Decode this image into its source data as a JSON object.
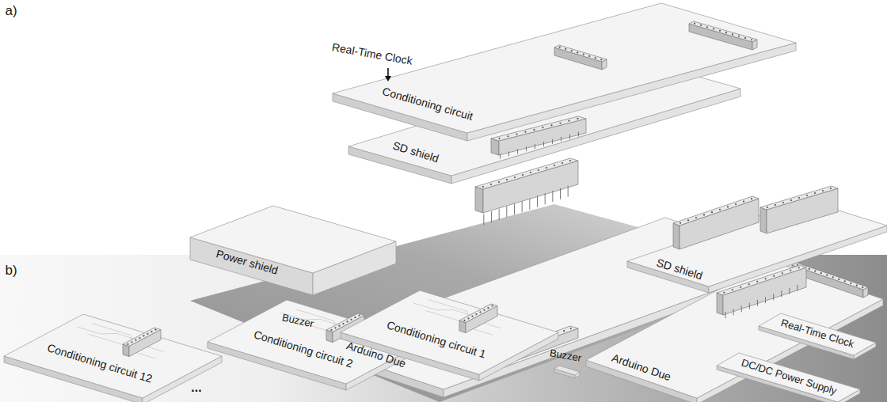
{
  "diagram": {
    "labels": [
      "a)",
      "Real-Time Clock",
      "Conditioning circuit",
      "Power shield",
      "SD shield",
      "Buzzer",
      "Arduino Due",
      "b)",
      "Conditioning circuit 12",
      "...",
      "Conditioning circuit 2",
      "Conditioning circuit 1",
      "Buzzer",
      "Arduino Due",
      "SD shield",
      "Real-Time Clock",
      "DC/DC Power Supply"
    ]
  }
}
